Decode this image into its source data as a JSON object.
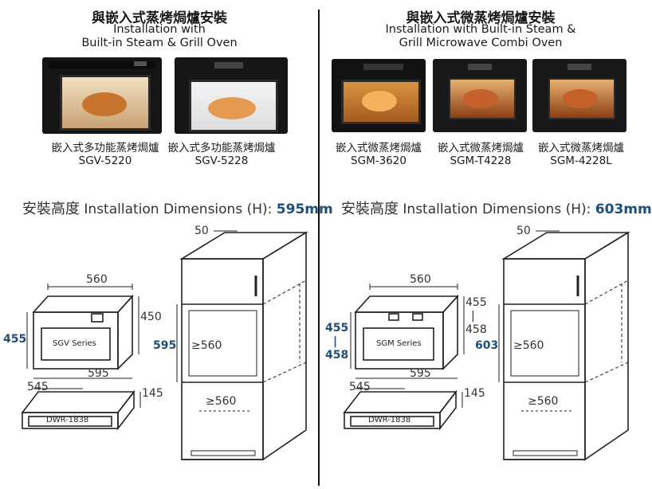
{
  "left": {
    "title_zh": "與嵌入式蒸烤焗爐安裝",
    "title_en_1": "Installation with",
    "title_en_2": "Built-in Steam & Grill Oven",
    "products": [
      {
        "name_zh": "嵌入式多功能蒸烤焗爐",
        "model": "SGV-5220"
      },
      {
        "name_zh": "嵌入式多功能蒸烤焗爐",
        "model": "SGV-5228"
      }
    ],
    "dim_zh": "安裝高度",
    "dim_en": "Installation Dimensions (H):",
    "dim_value": "595mm",
    "labels": {
      "width_top": "560",
      "height_side": "450",
      "height_front": "455",
      "width_bottom": "595",
      "drawer_depth": "545",
      "drawer_h": "145",
      "cab_top": "50",
      "cab_height": "595",
      "cab_inner_w": "≥560",
      "cab_lower_w": "≥560",
      "series": "SGV Series",
      "drawer": "DWR-1838"
    }
  },
  "right": {
    "title_zh": "與嵌入式微蒸烤焗爐安裝",
    "title_en_1": "Installation with Built-in Steam &",
    "title_en_2": "Grill Microwave Combi Oven",
    "products": [
      {
        "name_zh": "嵌入式微蒸烤焗爐",
        "model": "SGM-3620"
      },
      {
        "name_zh": "嵌入式微蒸烤焗爐",
        "model": "SGM-T4228"
      },
      {
        "name_zh": "嵌入式微蒸烤焗爐",
        "model": "SGM-4228L"
      }
    ],
    "dim_zh": "安裝高度",
    "dim_en": "Installation Dimensions (H):",
    "dim_value": "603mm",
    "labels": {
      "width_top": "560",
      "height_side_a": "455",
      "height_side_dash": "|",
      "height_side_b": "458",
      "height_front_a": "455",
      "height_front_dash": "|",
      "height_front_b": "458",
      "width_bottom": "595",
      "drawer_depth": "545",
      "drawer_h": "145",
      "cab_top": "50",
      "cab_height": "603",
      "cab_inner_w": "≥560",
      "cab_lower_w": "≥560",
      "series": "SGM Series",
      "drawer": "DWR-1838"
    }
  },
  "colors": {
    "accent": "#1d4f7a",
    "line": "#222222",
    "oven_body": "#1b1b1b",
    "food": "#d98a3a"
  }
}
